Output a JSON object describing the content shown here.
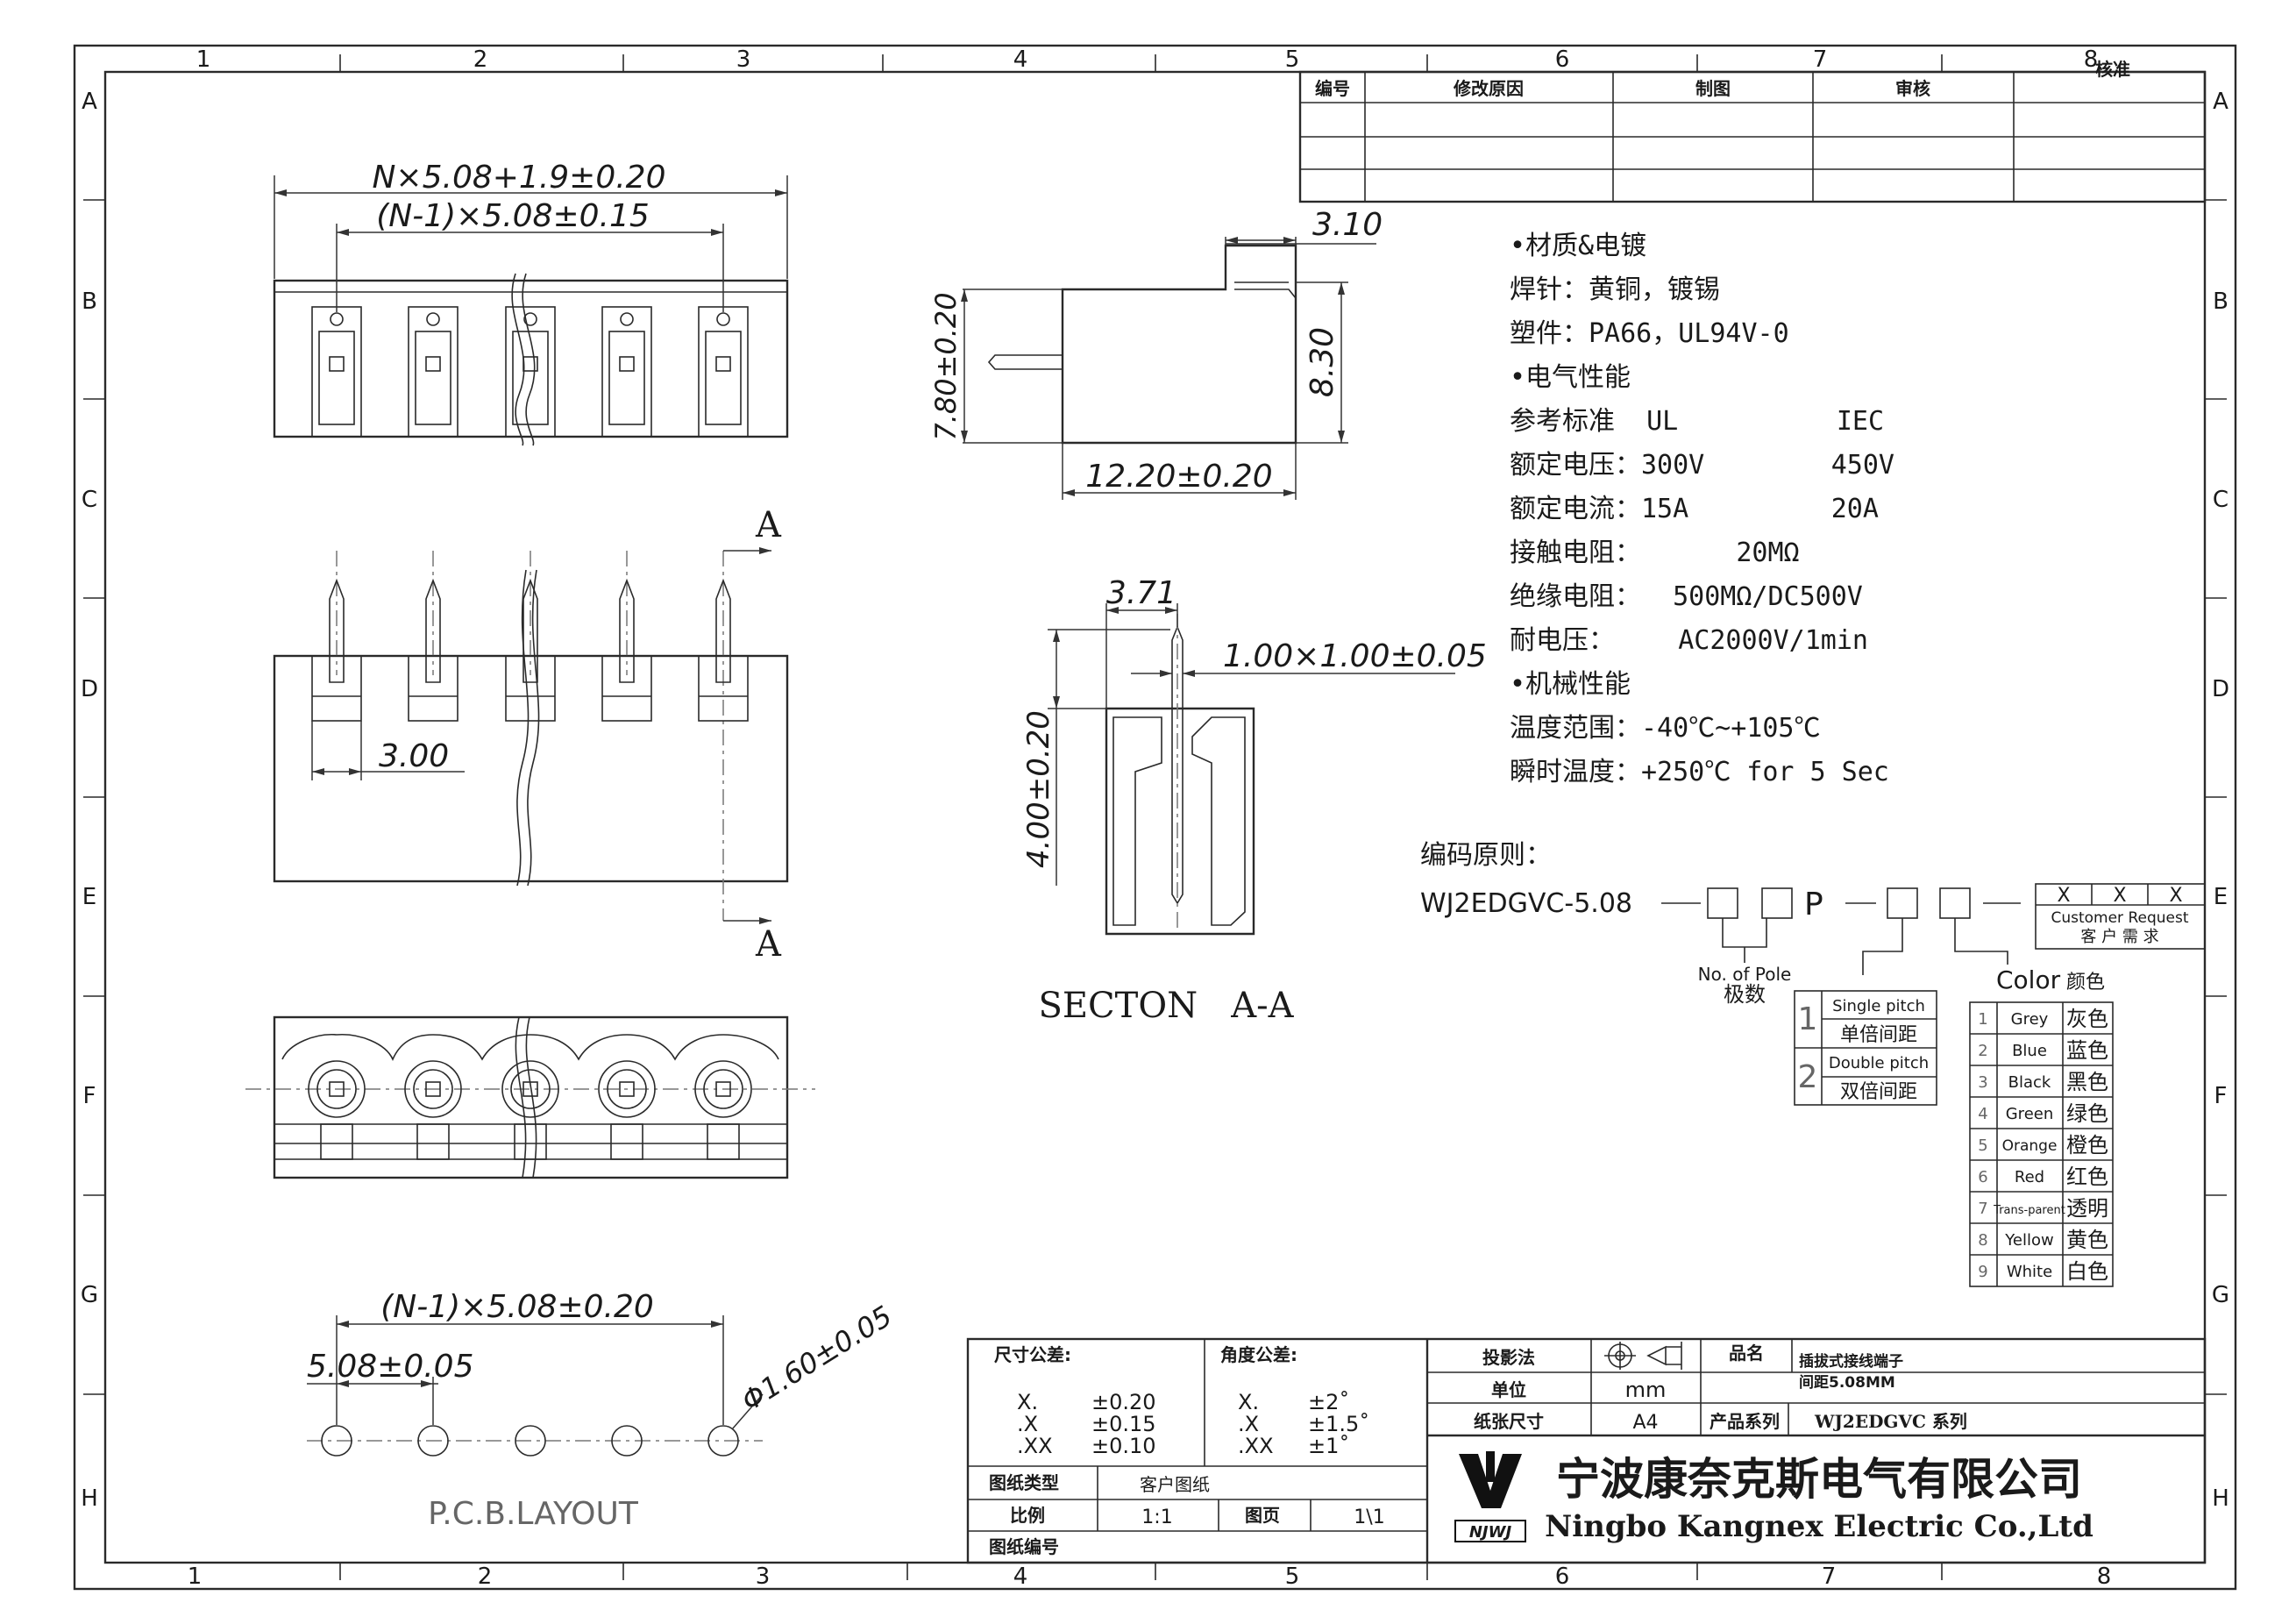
{
  "border": {
    "col_numbers": [
      "1",
      "2",
      "3",
      "4",
      "5",
      "6",
      "7",
      "8"
    ],
    "row_letters": [
      "A",
      "B",
      "C",
      "D",
      "E",
      "F",
      "G",
      "H"
    ]
  },
  "revision_table": {
    "headers": [
      "编号",
      "修改原因",
      "制图",
      "审核",
      "核准"
    ]
  },
  "dims": {
    "top_overall": "N×5.08+1.9±0.20",
    "top_pitch": "(N-1)×5.08±0.15",
    "front_offset": "3.00",
    "side_top": "3.10",
    "side_height": "8.30",
    "side_pin_height": "7.80±0.20",
    "side_width": "12.20±0.20",
    "sec_width": "3.71",
    "sec_pin": "1.00×1.00±0.05",
    "sec_height": "4.00±0.20",
    "section_marker": "A",
    "pcb_pitch": "(N-1)×5.08±0.20",
    "pcb_spacing": "5.08±0.05",
    "pcb_hole": "Φ1.60±0.05"
  },
  "labels": {
    "section": "SECTON   A-A",
    "pcb": "P.C.B.LAYOUT"
  },
  "specs": [
    "•材质&电镀",
    "焊针：黄铜，镀锡",
    "塑件：PA66，UL94V-0",
    "•电气性能",
    "参考标准  UL          IEC",
    "额定电压：300V        450V",
    "额定电流：15A         20A",
    "接触电阻：      20MΩ",
    "绝缘电阻：  500MΩ/DC500V",
    "耐电压：    AC2000V/1min",
    "•机械性能",
    "温度范围：-40℃~+105℃",
    "瞬时温度：+250℃ for 5 Sec"
  ],
  "coding": {
    "title": "编码原则：",
    "prefix": "WJ2EDGVC-5.08",
    "p_letter": "P",
    "x_marks": [
      "X",
      "X",
      "X"
    ],
    "customer_en": "Customer Request",
    "customer_cn": "客 户 需 求",
    "pole_en": "No. of Pole",
    "pole_cn": "极数",
    "color_en": "Color",
    "color_cn": "颜色",
    "pitch": [
      {
        "num": "1",
        "en": "Single pitch",
        "cn": "单倍间距"
      },
      {
        "num": "2",
        "en": "Double pitch",
        "cn": "双倍间距"
      }
    ],
    "colors": [
      {
        "num": "1",
        "en": "Grey",
        "cn": "灰色"
      },
      {
        "num": "2",
        "en": "Blue",
        "cn": "蓝色"
      },
      {
        "num": "3",
        "en": "Black",
        "cn": "黑色"
      },
      {
        "num": "4",
        "en": "Green",
        "cn": "绿色"
      },
      {
        "num": "5",
        "en": "Orange",
        "cn": "橙色"
      },
      {
        "num": "6",
        "en": "Red",
        "cn": "红色"
      },
      {
        "num": "7",
        "en": "Trans-parent",
        "cn": "透明"
      },
      {
        "num": "8",
        "en": "Yellow",
        "cn": "黄色"
      },
      {
        "num": "9",
        "en": "White",
        "cn": "白色"
      }
    ]
  },
  "title_block": {
    "dim_tol_label": "尺寸公差:",
    "ang_tol_label": "角度公差:",
    "dim_tol": [
      {
        "k": "X.",
        "v": "±0.20"
      },
      {
        "k": ".X",
        "v": "±0.15"
      },
      {
        "k": ".XX",
        "v": "±0.10"
      }
    ],
    "ang_tol": [
      {
        "k": "X.",
        "v": "±2˚"
      },
      {
        "k": ".X",
        "v": "±1.5˚"
      },
      {
        "k": ".XX",
        "v": "±1˚"
      }
    ],
    "projection_label": "投影法",
    "unit_label": "单位",
    "unit_value": "mm",
    "paper_label": "纸张尺寸",
    "paper_value": "A4",
    "product_name_label": "品名",
    "product_name_1": "插拔式接线端子",
    "product_name_2": "间距5.08MM",
    "series_label": "产品系列",
    "series_value": "WJ2EDGVC 系列",
    "drawing_type_label": "图纸类型",
    "drawing_type_value": "客户图纸",
    "scale_label": "比例",
    "scale_value": "1:1",
    "page_label": "图页",
    "page_value": "1\\1",
    "drawing_no_label": "图纸编号",
    "company_cn": "宁波康奈克斯电气有限公司",
    "company_en": "Ningbo Kangnex Electric Co.,Ltd",
    "logo_text": "NJWJ"
  }
}
